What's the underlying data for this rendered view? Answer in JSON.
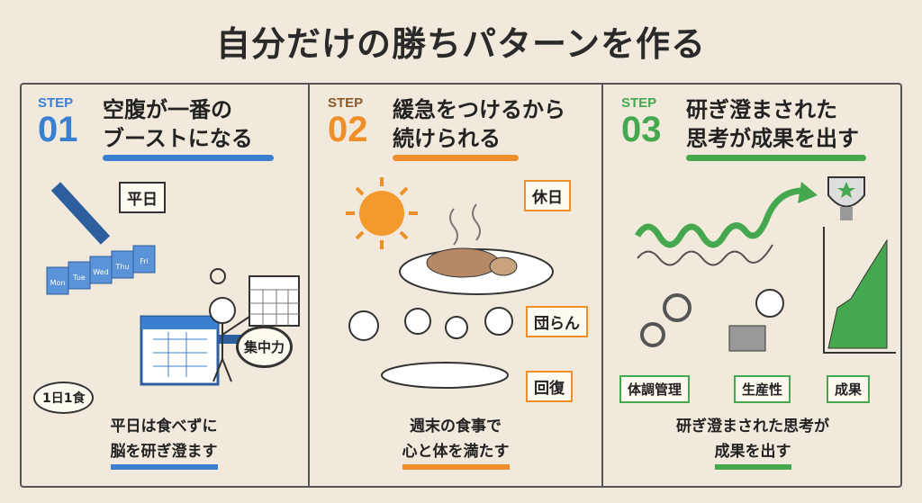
{
  "title": "自分だけの勝ちパターンを作る",
  "colors": {
    "step1": "#3a7fd0",
    "step2": "#ef8f2a",
    "step3": "#45a84e",
    "background": "#f1eadc"
  },
  "steps": [
    {
      "label": "STEP",
      "number": "01",
      "heading_line1": "空腹が一番の",
      "heading_line2": "ブーストになる",
      "tags": {
        "weekday": "平日",
        "one_meal": "1日1食",
        "focus": "集中力"
      },
      "days": [
        "Mon",
        "Tue",
        "Wed",
        "Thu",
        "Fri"
      ],
      "caption_line1": "平日は食べずに",
      "caption_line2": "脳を研ぎ澄ます"
    },
    {
      "label": "STEP",
      "number": "02",
      "heading_line1": "緩急をつけるから",
      "heading_line2": "続けられる",
      "tags": {
        "holiday": "休日",
        "family": "団らん",
        "recovery": "回復"
      },
      "caption_line1": "週末の食事で",
      "caption_line2": "心と体を満たす"
    },
    {
      "label": "STEP",
      "number": "03",
      "heading_line1": "研ぎ澄まされた",
      "heading_line2": "思考が成果を出す",
      "tags": {
        "health": "体調管理",
        "productivity": "生産性",
        "results": "成果"
      },
      "caption_line1": "研ぎ澄まされた思考が",
      "caption_line2": "成果を出す"
    }
  ]
}
